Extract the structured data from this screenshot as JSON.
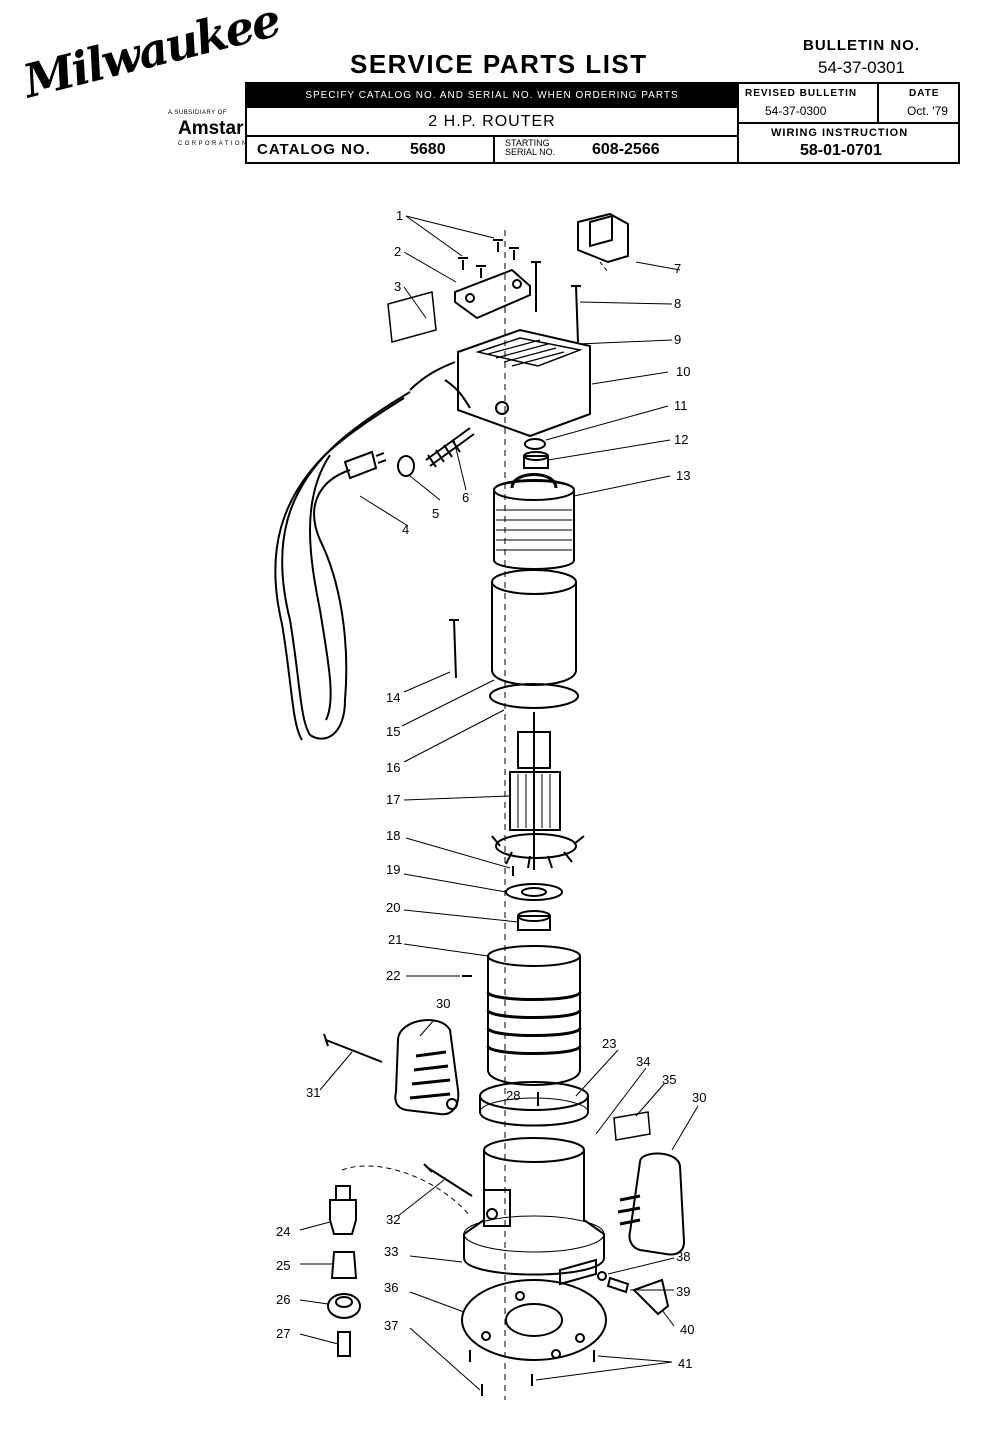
{
  "brand": {
    "logo_text": "Milwaukee",
    "subsidiary_text": "A SUBSIDIARY OF",
    "parent_name": "Amstar",
    "parent_suffix": "CORPORATION"
  },
  "header": {
    "title": "SERVICE PARTS LIST",
    "bulletin_label": "BULLETIN NO.",
    "bulletin_number": "54-37-0301",
    "order_note": "SPECIFY CATALOG NO. AND SERIAL NO. WHEN ORDERING PARTS",
    "product": "2 H.P. ROUTER",
    "catalog_label": "CATALOG NO.",
    "catalog_number": "5680",
    "serial_label_line1": "STARTING",
    "serial_label_line2": "SERIAL NO.",
    "serial_number": "608-2566",
    "revised_label": "REVISED BULLETIN",
    "revised_number": "54-37-0300",
    "date_label": "DATE",
    "date_value": "Oct. '79",
    "wiring_label": "WIRING INSTRUCTION",
    "wiring_number": "58-01-0701"
  },
  "diagram": {
    "callouts": [
      "1",
      "2",
      "3",
      "4",
      "5",
      "6",
      "7",
      "8",
      "9",
      "10",
      "11",
      "12",
      "13",
      "14",
      "15",
      "16",
      "17",
      "18",
      "19",
      "20",
      "21",
      "22",
      "23",
      "24",
      "25",
      "26",
      "27",
      "28",
      "30",
      "30",
      "31",
      "32",
      "33",
      "34",
      "35",
      "36",
      "37",
      "38",
      "39",
      "40",
      "41"
    ]
  }
}
